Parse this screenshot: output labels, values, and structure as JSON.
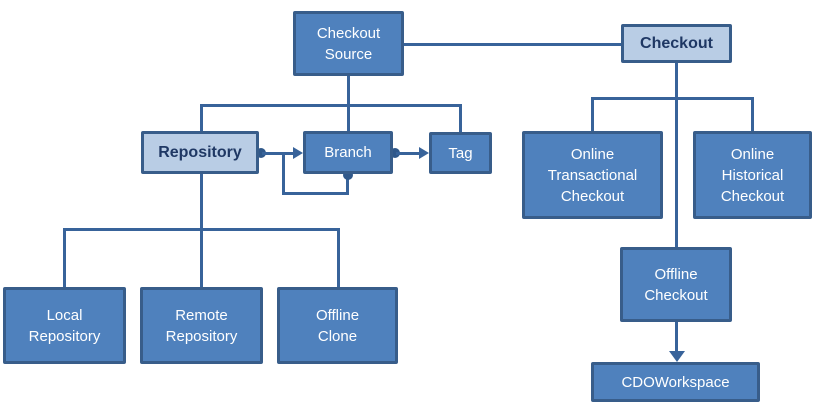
{
  "diagram": {
    "description": "Checkout source hierarchy diagram",
    "colors": {
      "node_fill_dark": "#4F81BD",
      "node_fill_light": "#B9CDE5",
      "node_border": "#385D8A",
      "connector": "#38639A",
      "text_on_dark": "#FFFFFF",
      "text_on_light": "#1F3864"
    },
    "nodes": {
      "checkout_source": {
        "label": "Checkout\nSource",
        "variant": "dark"
      },
      "checkout": {
        "label": "Checkout",
        "variant": "light"
      },
      "repository": {
        "label": "Repository",
        "variant": "light"
      },
      "branch": {
        "label": "Branch",
        "variant": "dark"
      },
      "tag": {
        "label": "Tag",
        "variant": "dark"
      },
      "online_transactional_checkout": {
        "label": "Online\nTransactional\nCheckout",
        "variant": "dark"
      },
      "online_historical_checkout": {
        "label": "Online\nHistorical\nCheckout",
        "variant": "dark"
      },
      "local_repository": {
        "label": "Local\nRepository",
        "variant": "dark"
      },
      "remote_repository": {
        "label": "Remote\nRepository",
        "variant": "dark"
      },
      "offline_clone": {
        "label": "Offline\nClone",
        "variant": "dark"
      },
      "offline_checkout": {
        "label": "Offline\nCheckout",
        "variant": "dark"
      },
      "cdo_workspace": {
        "label": "CDOWorkspace",
        "variant": "dark"
      }
    },
    "edges": [
      {
        "from": "checkout_source",
        "to": "checkout",
        "type": "association"
      },
      {
        "from": "checkout_source",
        "to": "repository",
        "type": "hierarchy"
      },
      {
        "from": "checkout_source",
        "to": "branch",
        "type": "hierarchy"
      },
      {
        "from": "checkout_source",
        "to": "tag",
        "type": "hierarchy"
      },
      {
        "from": "repository",
        "to": "branch",
        "type": "aggregation-arrow"
      },
      {
        "from": "branch",
        "to": "tag",
        "type": "aggregation-arrow"
      },
      {
        "from": "branch",
        "to": "branch",
        "type": "self-aggregation-loop"
      },
      {
        "from": "repository",
        "to": "local_repository",
        "type": "hierarchy"
      },
      {
        "from": "repository",
        "to": "remote_repository",
        "type": "hierarchy"
      },
      {
        "from": "repository",
        "to": "offline_clone",
        "type": "hierarchy"
      },
      {
        "from": "checkout",
        "to": "online_transactional_checkout",
        "type": "hierarchy"
      },
      {
        "from": "checkout",
        "to": "online_historical_checkout",
        "type": "hierarchy"
      },
      {
        "from": "checkout",
        "to": "offline_checkout",
        "type": "hierarchy"
      },
      {
        "from": "offline_checkout",
        "to": "cdo_workspace",
        "type": "directed-arrow"
      }
    ]
  }
}
